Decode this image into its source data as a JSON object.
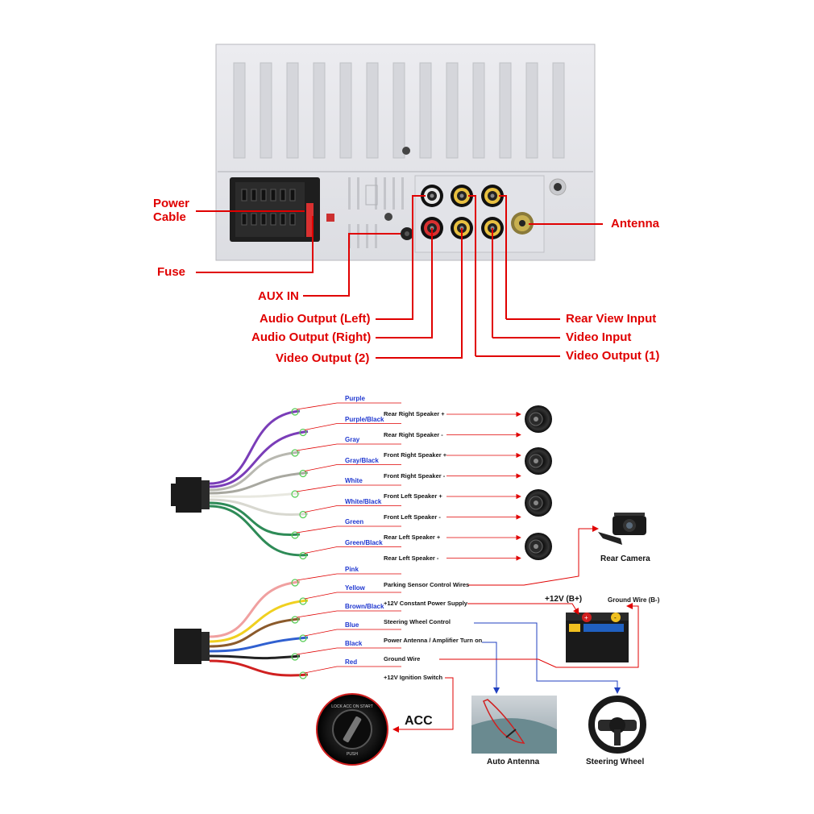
{
  "top": {
    "left_labels": {
      "power_cable_line1": "Power",
      "power_cable_line2": "Cable",
      "fuse": "Fuse",
      "aux_in": "AUX IN",
      "audio_left": "Audio Output (Left)",
      "audio_right": "Audio Output (Right)",
      "video_out_2": "Video Output (2)"
    },
    "right_labels": {
      "antenna": "Antenna",
      "rear_view_input": "Rear View Input",
      "video_input": "Video Input",
      "video_out_1": "Video Output (1)"
    }
  },
  "harness1": [
    {
      "color": "Purple",
      "function": "Rear Right Speaker +",
      "wire_hex": "#7a3db8"
    },
    {
      "color": "Purple/Black",
      "function": "Rear Right Speaker -",
      "wire_hex": "#7a3db8"
    },
    {
      "color": "Gray",
      "function": "Front Right Speaker +",
      "wire_hex": "#b8b8b0"
    },
    {
      "color": "Gray/Black",
      "function": "Front Right Speaker -",
      "wire_hex": "#a8a8a0"
    },
    {
      "color": "White",
      "function": "Front Left Speaker +",
      "wire_hex": "#e8e8e0"
    },
    {
      "color": "White/Black",
      "function": "Front Left Speaker -",
      "wire_hex": "#d8d8d0"
    },
    {
      "color": "Green",
      "function": "Rear Left Speaker +",
      "wire_hex": "#2e8b57"
    },
    {
      "color": "Green/Black",
      "function": "Rear Left Speaker -",
      "wire_hex": "#2e8b57"
    }
  ],
  "harness2": [
    {
      "color": "Pink",
      "function": "Parking Sensor Control Wires",
      "wire_hex": "#f0a0a0"
    },
    {
      "color": "Yellow",
      "function": "+12V Constant Power Supply",
      "wire_hex": "#f0d020"
    },
    {
      "color": "Brown/Black",
      "function": "Steering Wheel Control",
      "wire_hex": "#8b5a2b"
    },
    {
      "color": "Blue",
      "function": "Power Antenna / Amplifier Turn on",
      "wire_hex": "#3060d0"
    },
    {
      "color": "Black",
      "function": "Ground Wire",
      "wire_hex": "#222222"
    },
    {
      "color": "Red",
      "function": "+12V  Ignition Switch",
      "wire_hex": "#d02020"
    }
  ],
  "devices": {
    "rear_camera": "Rear Camera",
    "battery_pos": "+12V  (B+)",
    "ground_wire": "Ground Wire (B-)",
    "acc": "ACC",
    "auto_antenna": "Auto Antenna",
    "steering_wheel": "Steering Wheel",
    "ignition_text": "LOCK ACC ON START",
    "ignition_push": "PUSH"
  },
  "colors": {
    "callout": "#e00000",
    "wire_color_text": "#2038d0",
    "arrow_blue": "#2040c0"
  }
}
